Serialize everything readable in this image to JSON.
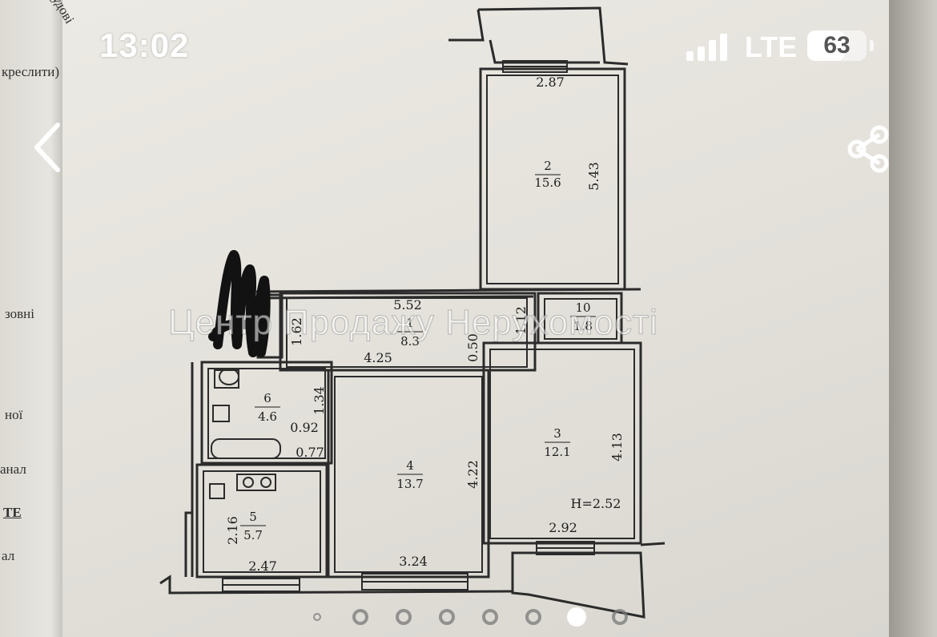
{
  "status_bar": {
    "time": "13:02",
    "network": "LTE",
    "battery": "63",
    "battery_level": 0.63
  },
  "book_page_text": [
    "удові",
    "креслити)",
    "зовні",
    "ної",
    "анал",
    "ТЕ",
    "ал"
  ],
  "watermark": "Центр Продажу Нерухомості",
  "rooms": [
    {
      "number": "2",
      "area": "15.6"
    },
    {
      "number": "10",
      "area": "1.8"
    },
    {
      "number": "1",
      "area": "8.3"
    },
    {
      "number": "6",
      "area": "4.6"
    },
    {
      "number": "4",
      "area": "13.7"
    },
    {
      "number": "3",
      "area": "12.1"
    },
    {
      "number": "5",
      "area": "5.7"
    }
  ],
  "dimensions": {
    "room2_width": "2.87",
    "room2_length": "5.43",
    "corridor_length": "5.52",
    "corridor_width": "1.62",
    "room10_depth": "1.12",
    "corridor_bottom": "4.25",
    "corridor_gap": "0.50",
    "bath_height": "1.34",
    "bath_width": "0.92",
    "kitchen_offset": "0.77",
    "room4_height": "4.22",
    "room4_width": "3.24",
    "room3_height": "4.13",
    "room3_width": "2.92",
    "kitchen_height": "2.16",
    "kitchen_width": "2.47",
    "ceiling_height": "Н=2.52"
  },
  "pagination": {
    "total": 8,
    "active": 7
  }
}
